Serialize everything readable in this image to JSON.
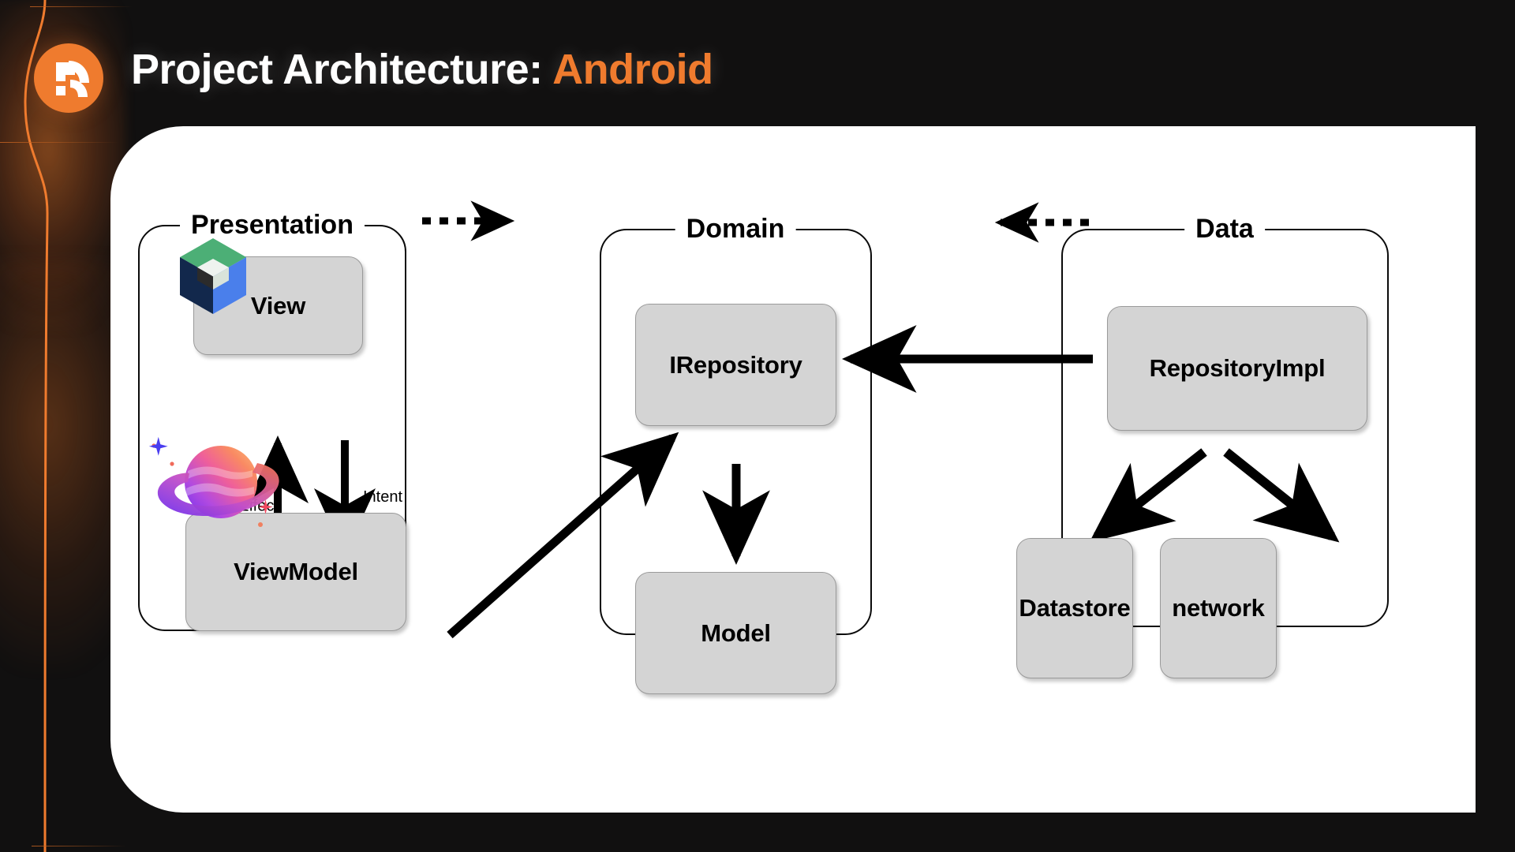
{
  "header": {
    "title_main": "Project Architecture:",
    "title_accent": "Android",
    "logo_icon": "brand-logo-icon",
    "accent_color": "#ef7b2e",
    "background_color": "#111010"
  },
  "card": {
    "background_color": "#ffffff"
  },
  "diagram": {
    "type": "architecture-layer-diagram",
    "groups": [
      {
        "id": "presentation",
        "label": "Presentation",
        "nodes": [
          {
            "id": "view",
            "label": "View",
            "icon": "jetpack-compose-icon"
          },
          {
            "id": "viewmodel",
            "label": "ViewModel",
            "icon": "orbit-mvi-planet-icon"
          }
        ]
      },
      {
        "id": "domain",
        "label": "Domain",
        "nodes": [
          {
            "id": "irepository",
            "label": "IRepository"
          },
          {
            "id": "model",
            "label": "Model"
          }
        ]
      },
      {
        "id": "data",
        "label": "Data",
        "nodes": [
          {
            "id": "repositoryimpl",
            "label": "RepositoryImpl"
          },
          {
            "id": "datastore",
            "label": "Datastore"
          },
          {
            "id": "network",
            "label": "network"
          }
        ]
      }
    ],
    "edge_labels": [
      {
        "id": "state-sideeffect",
        "text": "State &\nSideEffect"
      },
      {
        "id": "intent",
        "text": "Intent"
      }
    ],
    "connections": [
      {
        "from": "presentation",
        "to": "domain",
        "style": "dotted",
        "direction": "right"
      },
      {
        "from": "data",
        "to": "domain",
        "style": "dotted",
        "direction": "left"
      },
      {
        "from": "viewmodel",
        "to": "view",
        "style": "solid",
        "direction": "up",
        "label": "State & SideEffect"
      },
      {
        "from": "view",
        "to": "viewmodel",
        "style": "solid",
        "direction": "down",
        "label": "Intent"
      },
      {
        "from": "viewmodel",
        "to": "irepository",
        "style": "solid",
        "direction": "diagonal-up-right"
      },
      {
        "from": "irepository",
        "to": "model",
        "style": "solid",
        "direction": "down"
      },
      {
        "from": "repositoryimpl",
        "to": "irepository",
        "style": "solid",
        "direction": "left"
      },
      {
        "from": "repositoryimpl",
        "to": "datastore",
        "style": "solid",
        "direction": "diagonal-down-left"
      },
      {
        "from": "repositoryimpl",
        "to": "network",
        "style": "solid",
        "direction": "diagonal-down-right"
      }
    ]
  }
}
